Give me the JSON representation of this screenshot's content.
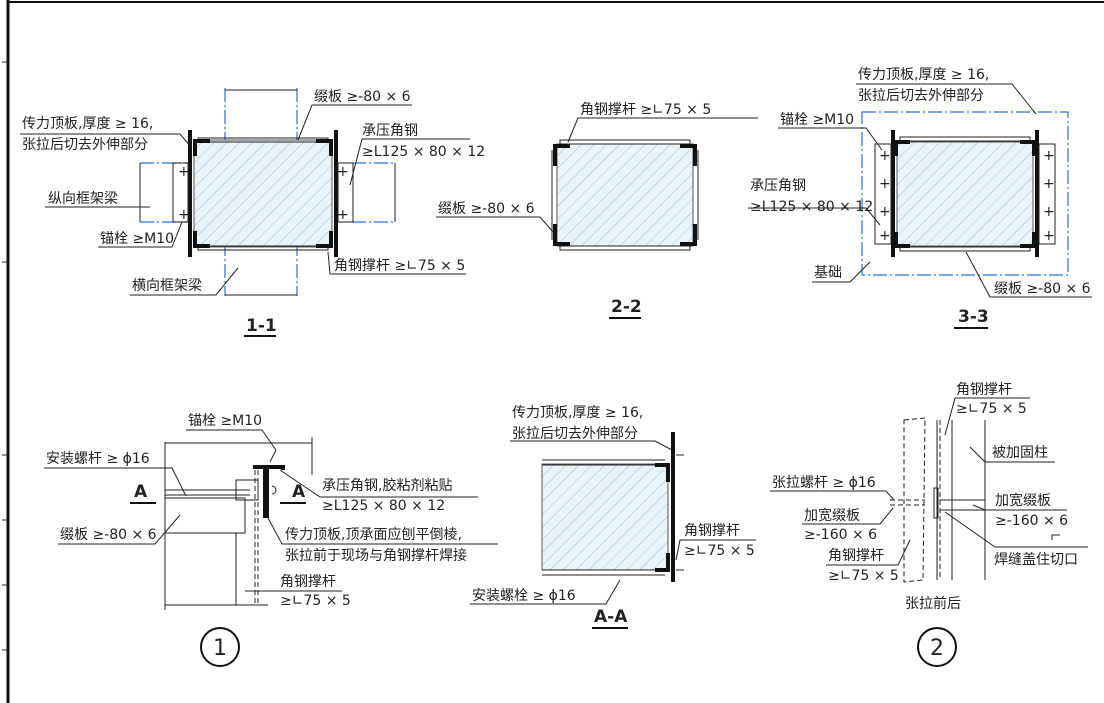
{
  "section_1_1": {
    "title": "1-1",
    "labels": {
      "tie_plate": "缀板 ≥-80 × 6",
      "top_plate_1": "传力顶板,厚度 ≥ 16,",
      "top_plate_2": "张拉后切去外伸部分",
      "bearing_angle_1": "承压角钢",
      "bearing_angle_2": "≥L125 × 80 × 12",
      "long_beam": "纵向框架梁",
      "anchor": "锚栓 ≥M10",
      "strut": "角钢撑杆 ≥∟75 × 5",
      "trans_beam": "横向框架梁"
    }
  },
  "section_2_2": {
    "title": "2-2",
    "labels": {
      "strut": "角钢撑杆 ≥∟75 × 5",
      "tie_plate": "缀板 ≥-80 × 6"
    }
  },
  "section_3_3": {
    "title": "3-3",
    "labels": {
      "top_plate_1": "传力顶板,厚度 ≥ 16,",
      "top_plate_2": "张拉后切去外伸部分",
      "anchor": "锚栓 ≥M10",
      "bearing_angle_1": "承压角钢",
      "bearing_angle_2": "≥L125 × 80 × 12",
      "foundation": "基础",
      "tie_plate": "缀板 ≥-80 × 6"
    }
  },
  "detail_1": {
    "title": "1",
    "labels": {
      "anchor": "锚栓 ≥M10",
      "install_rod": "安装螺杆 ≥ ϕ16",
      "section_mark_left": "A",
      "section_mark_right": "A",
      "bearing_angle_1": "承压角钢,胶粘剂粘贴",
      "bearing_angle_2": "≥L125 × 80 × 12",
      "tie_plate": "缀板 ≥-80 × 6",
      "top_plate_1": "传力顶板,顶承面应刨平倒棱,",
      "top_plate_2": "张拉前于现场与角钢撑杆焊接",
      "strut_1": "角钢撑杆",
      "strut_2": "≥∟75 × 5"
    }
  },
  "section_a_a": {
    "title": "A-A",
    "labels": {
      "top_plate_1": "传力顶板,厚度 ≥ 16,",
      "top_plate_2": "张拉后切去外伸部分",
      "strut_1": "角钢撑杆",
      "strut_2": "≥∟75 × 5",
      "install_bolt": "安装螺栓 ≥ ϕ16"
    }
  },
  "detail_2": {
    "title": "2",
    "caption": "张拉前后",
    "labels": {
      "strut_top_1": "角钢撑杆",
      "strut_top_2": "≥∟75 × 5",
      "column": "被加固柱",
      "tension_rod": "张拉螺杆 ≥ ϕ16",
      "wide_plate_left_1": "加宽缀板",
      "wide_plate_left_2": "≥-160 × 6",
      "wide_plate_right_1": "加宽缀板",
      "wide_plate_right_2": "≥-160 × 6",
      "weld": "焊缝盖住切口",
      "strut_bot_1": "角钢撑杆",
      "strut_bot_2": "≥∟75 × 5"
    }
  }
}
